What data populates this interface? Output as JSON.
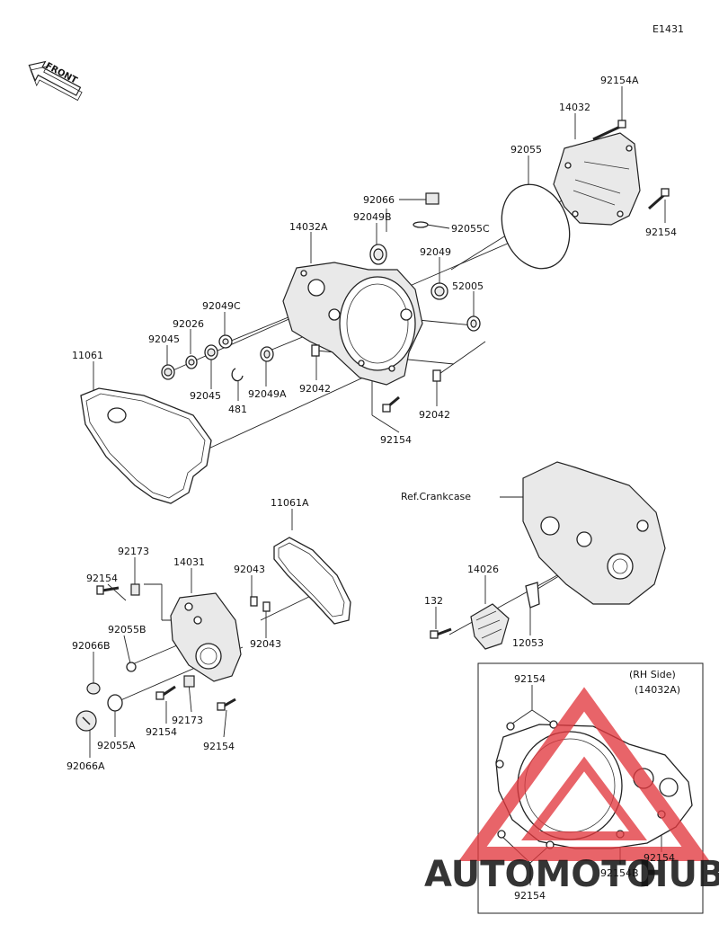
{
  "diagram_code": "E1431",
  "front_label": "FRONT",
  "ref_label": "Ref.Crankcase",
  "inset_title": [
    "(RH Side)",
    "(14032A)"
  ],
  "watermark": {
    "part1": "AUTOMOTO",
    "part2": "HUB",
    "color1": "#f5b53a",
    "color2": "#7a7a7a",
    "logo_color": "#e2393f"
  },
  "labels": [
    "92154A",
    "14032",
    "92055",
    "92154",
    "92066",
    "92049B",
    "92055C",
    "14032A",
    "92049",
    "52005",
    "92049C",
    "92026",
    "92045",
    "11061",
    "92045",
    "481",
    "92049A",
    "92042",
    "92042",
    "92154",
    "11061A",
    "92173",
    "14031",
    "92043",
    "92154",
    "92055B",
    "92043",
    "92066B",
    "92154",
    "92173",
    "92055A",
    "92154",
    "92066A",
    "14026",
    "132",
    "12053",
    "92154",
    "92154",
    "92154B",
    "92154"
  ]
}
